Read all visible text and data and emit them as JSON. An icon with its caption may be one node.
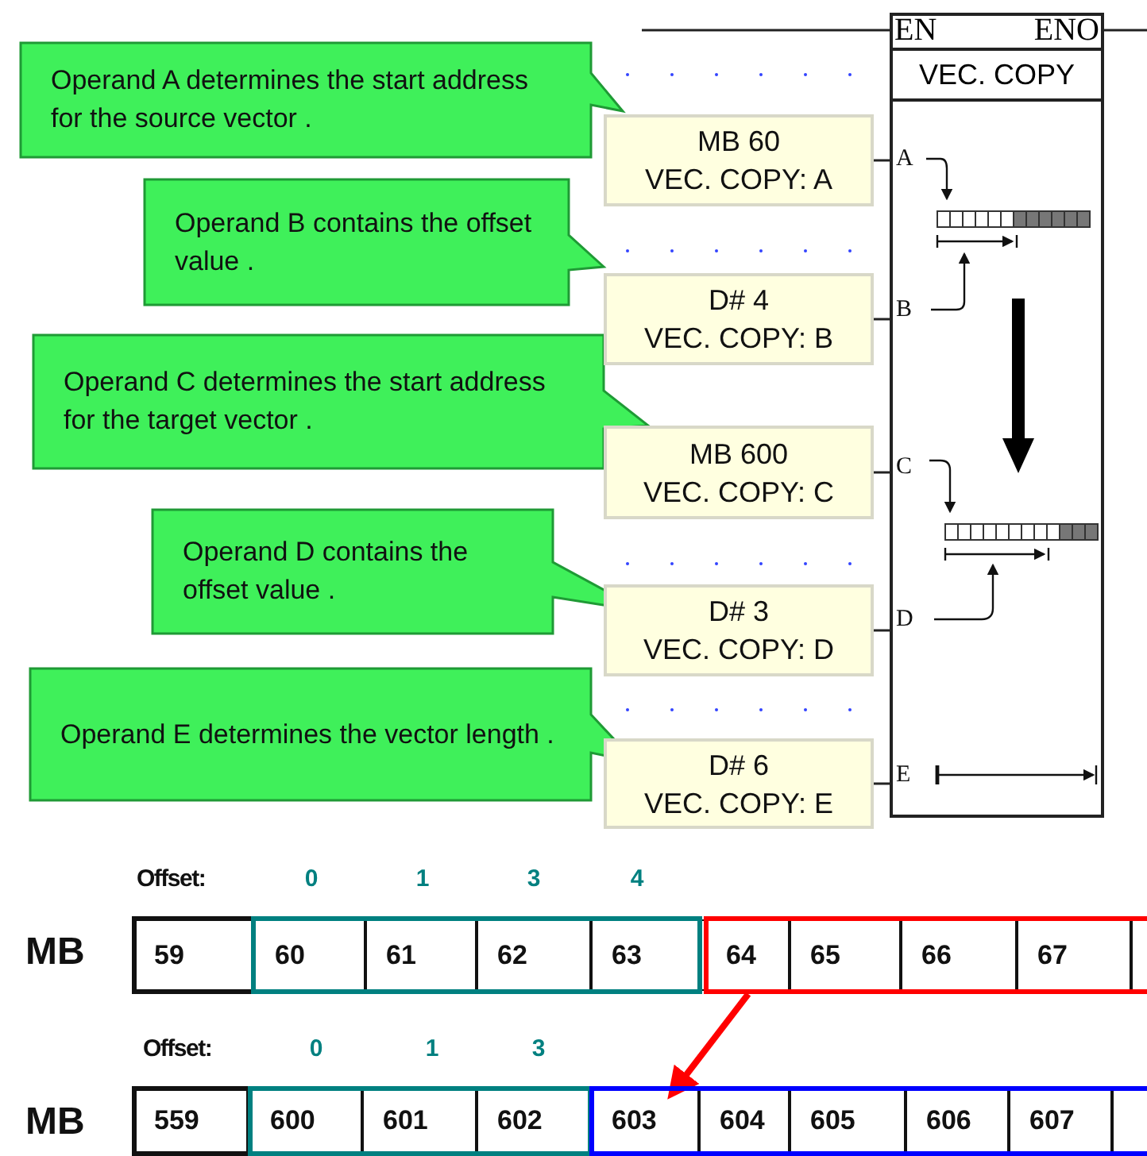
{
  "diagram": {
    "nodes": [
      {
        "text": [
          "Operand A determines the start address for the source vector ."
        ]
      },
      {
        "text": [
          "Operand B contains the offset value ."
        ]
      },
      {
        "text": [
          "Operand C determines the start address for the target vector ."
        ]
      },
      {
        "text": [
          "Operand D contains the offset value ."
        ]
      },
      {
        "text": [
          "Operand E determines the vector length ."
        ]
      },
      {
        "text": [
          "MB 60",
          "VEC. COPY: A"
        ]
      },
      {
        "text": [
          "D# 4",
          "VEC. COPY: B"
        ]
      },
      {
        "text": [
          "MB 600",
          "VEC. COPY: C"
        ]
      },
      {
        "text": [
          "D# 3",
          "VEC. COPY: D"
        ]
      },
      {
        "text": [
          "D# 6",
          "VEC. COPY: E"
        ]
      },
      {
        "text": [
          "EN",
          "ENO",
          "VEC. COPY"
        ]
      },
      {
        "text": [],
        "shape": "box"
      },
      {
        "text": [
          "603"
        ]
      }
    ],
    "edges": [
      {
        "from": 5,
        "to": 10,
        "arrow": "none"
      },
      {
        "from": 6,
        "to": 10,
        "arrow": "none"
      },
      {
        "from": 7,
        "to": 10,
        "arrow": "none"
      },
      {
        "from": 8,
        "to": 10,
        "arrow": "none"
      },
      {
        "from": 9,
        "to": 10,
        "arrow": "none"
      },
      {
        "from": 11,
        "to": 12,
        "arrow": "to",
        "style": "thick",
        "color": "#ff0000"
      },
      {
        "from": null,
        "to": 10,
        "arrow": "none"
      },
      {
        "from": 10,
        "to": null,
        "arrow": "none"
      }
    ],
    "labels": [
      "A",
      "B",
      "C",
      "D",
      "E",
      "Offset:",
      "0",
      "1",
      "3",
      "4",
      "MB",
      "59",
      "60",
      "61",
      "62",
      "63",
      "64",
      "65",
      "66",
      "67",
      "Offset:",
      "0",
      "1",
      "3",
      "MB",
      "559",
      "600",
      "601",
      "602",
      "604",
      "605",
      "606",
      "607"
    ]
  }
}
